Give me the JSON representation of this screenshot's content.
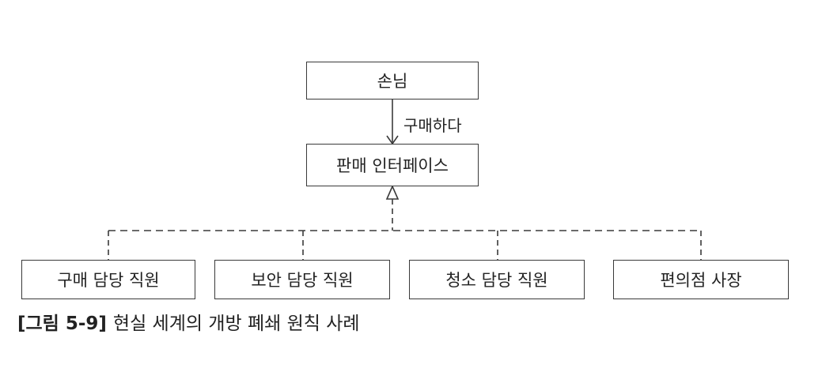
{
  "diagram": {
    "nodes": {
      "customer": "손님",
      "sales_interface": "판매 인터페이스",
      "purchasing_staff": "구매 담당 직원",
      "security_staff": "보안 담당 직원",
      "cleaning_staff": "청소 담당 직원",
      "store_owner": "편의점 사장"
    },
    "edges": {
      "buy_label": "구매하다"
    }
  },
  "caption": {
    "number": "[그림 5-9]",
    "text": "현실 세계의 개방 폐쇄 원칙 사례"
  },
  "colors": {
    "line": "#3a3a3a",
    "text": "#222222"
  }
}
